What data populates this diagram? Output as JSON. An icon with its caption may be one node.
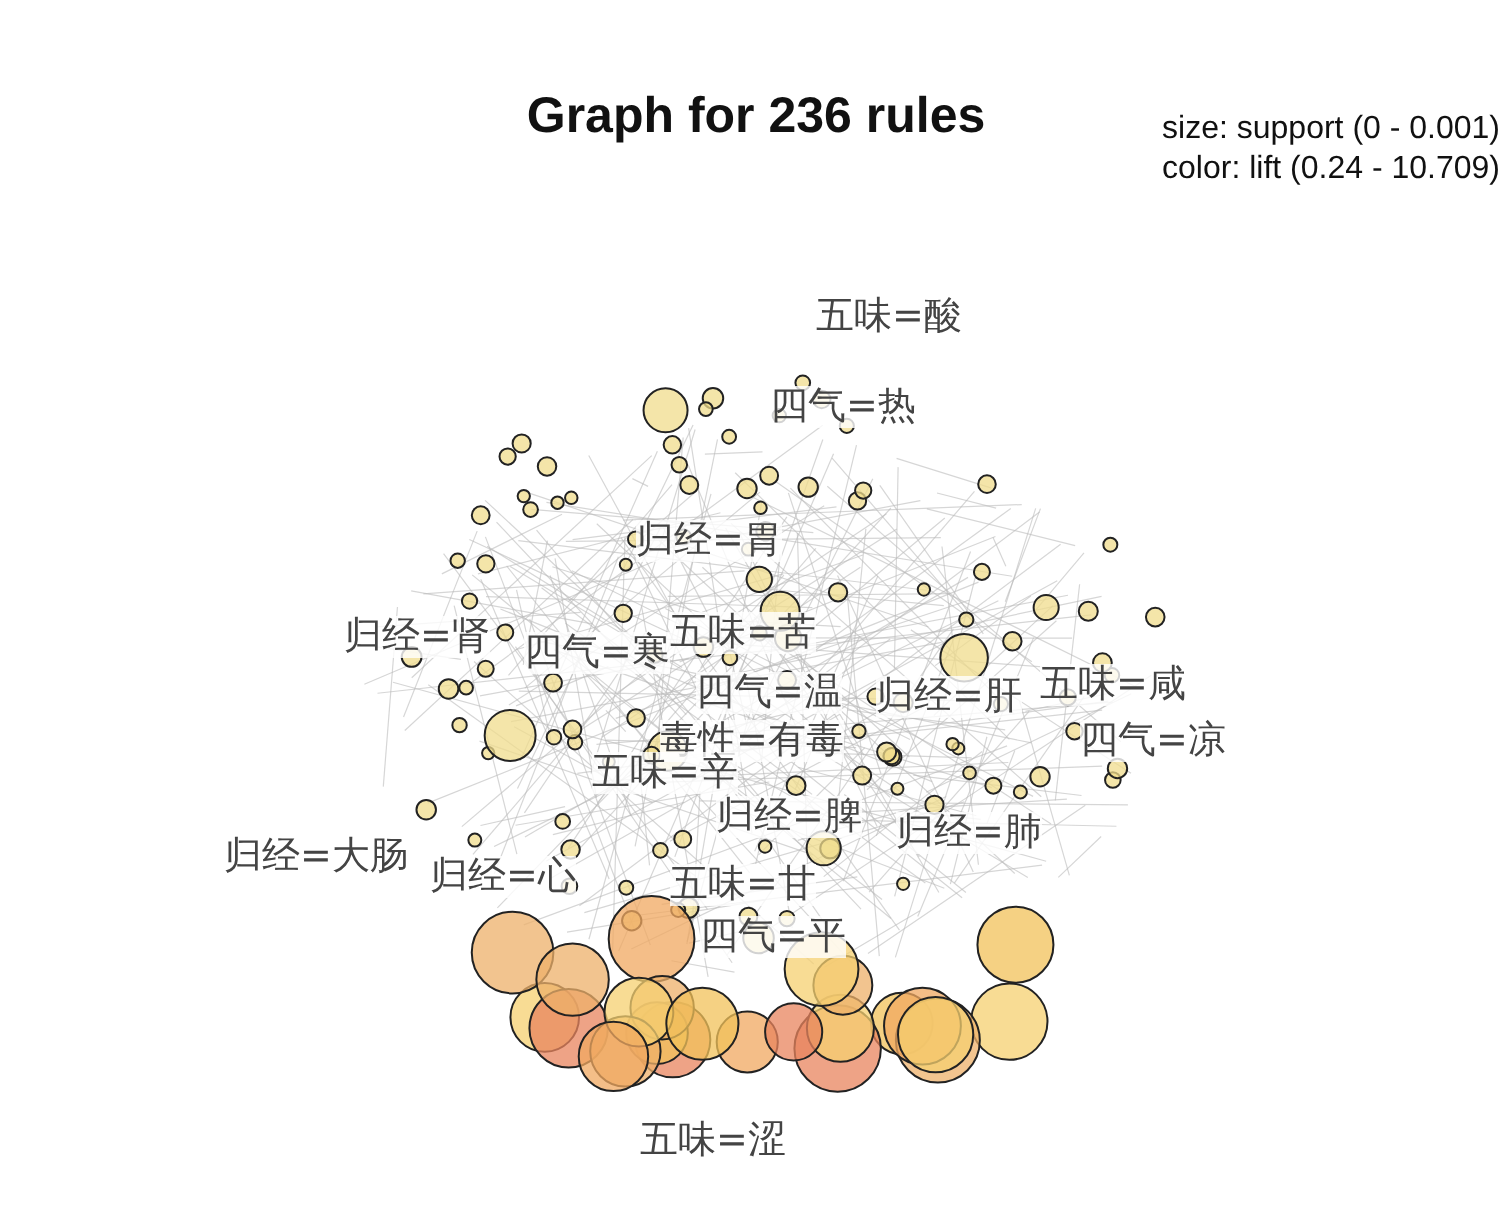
{
  "diagram": {
    "title": "Graph for 236 rules",
    "labels": [
      "size: support (0 - 0.001)",
      "color: lift (0.24 - 10.709)",
      "五味=酸",
      "四气=热",
      "归经=胃",
      "归经=肾",
      "四气=寒",
      "五味=苦",
      "四气=温",
      "归经=肝",
      "五味=咸",
      "毒性=有毒",
      "四气=凉",
      "五味=辛",
      "归经=脾",
      "归经=肺",
      "归经=大肠",
      "归经=心",
      "五味=甘",
      "四气=平",
      "五味=涩"
    ]
  }
}
